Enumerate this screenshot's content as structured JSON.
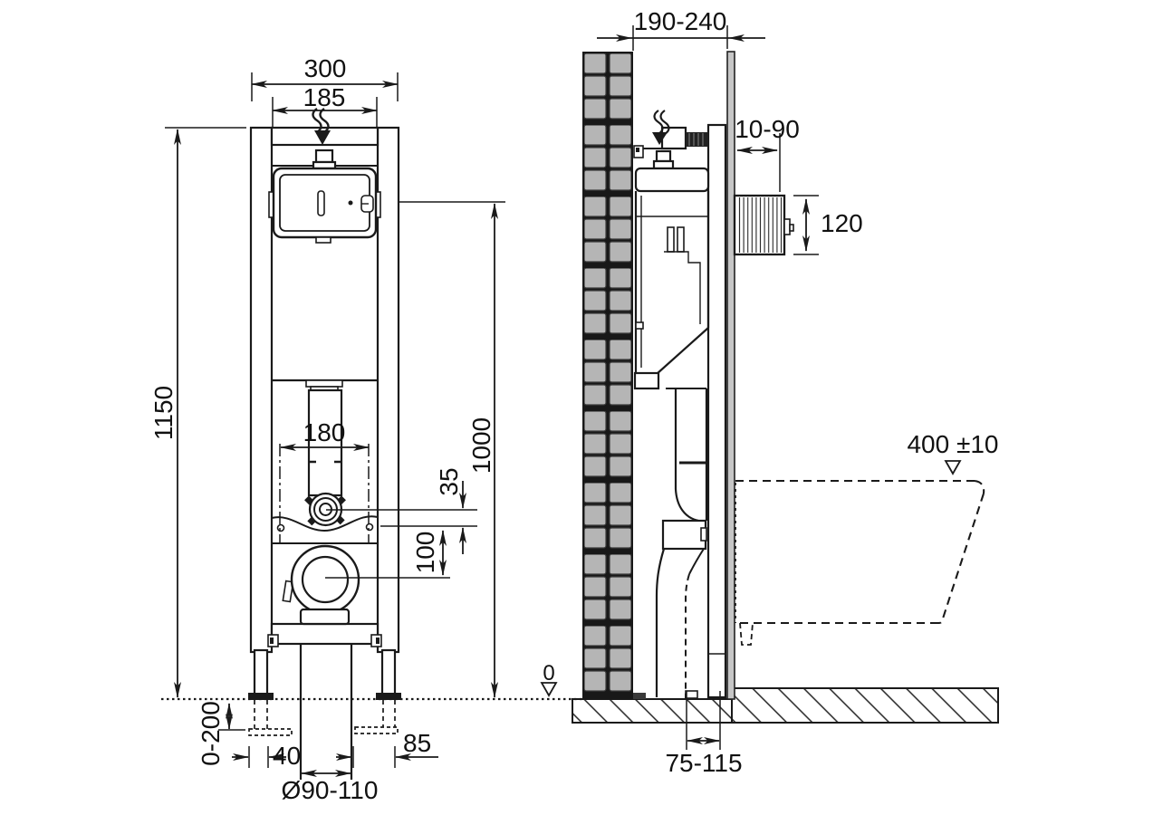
{
  "diagram": {
    "front": {
      "overall_width": "300",
      "inner_width": "185",
      "overall_height": "1150",
      "flush_bend_height": "1000",
      "fixing_spacing": "180",
      "bend_offset": "35",
      "outlet_offset": "100",
      "foot_adjustment": "0-200",
      "left_offset": "40",
      "right_offset": "85",
      "drain_diameter": "Ø90-110"
    },
    "side": {
      "frame_depth": "190-240",
      "wall_finish_range": "10-90",
      "plate_opening_height": "120",
      "bowl_rim_height": "400 ±10",
      "outlet_wall_distance": "75-115"
    },
    "datum": {
      "floor_level": "0"
    }
  }
}
